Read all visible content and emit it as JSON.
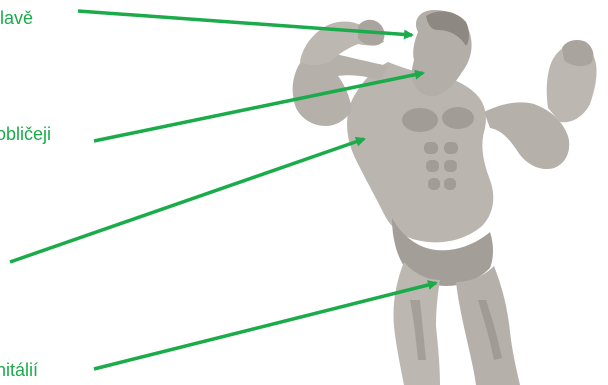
{
  "labels": [
    {
      "id": "head",
      "text": "lavě"
    },
    {
      "id": "face",
      "text": "obličeji"
    },
    {
      "id": "genitals",
      "text": "nitálií"
    }
  ],
  "colors": {
    "accent": "#1bab4a",
    "figure_fill": "#b8b3ad",
    "figure_dark": "#8e8882",
    "background": "#ffffff"
  },
  "icons": {
    "figure": "bodybuilder-silhouette-icon"
  }
}
